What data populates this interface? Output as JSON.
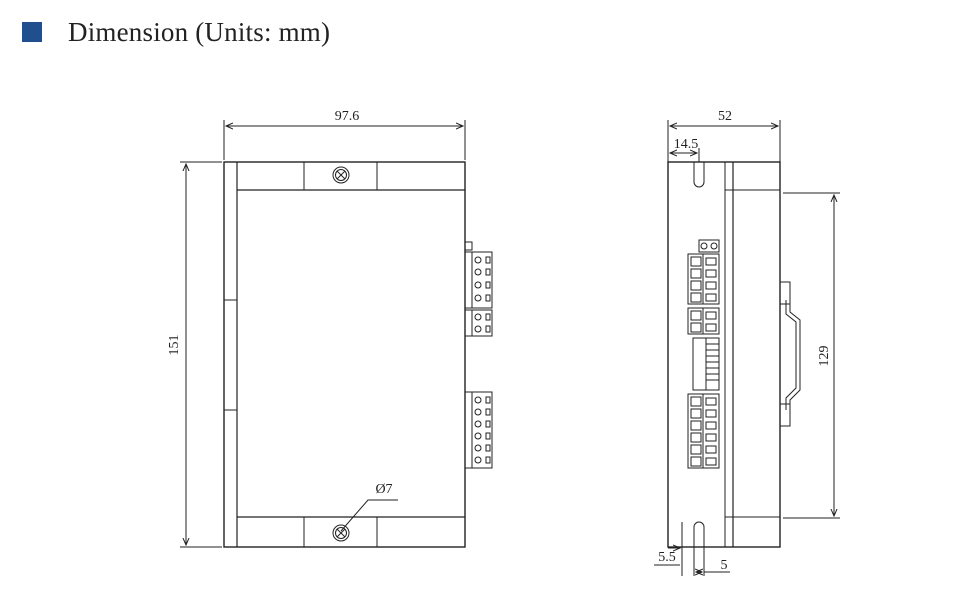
{
  "header": {
    "title": "Dimension (Units: mm)",
    "accent_color": "#1f4f8f"
  },
  "front_view": {
    "width_label": "97.6",
    "height_label": "151",
    "hole_label": "Ø7"
  },
  "side_view": {
    "width_label": "52",
    "offset_label": "14.5",
    "rail_height_label": "129",
    "slot_offset_label": "5.5",
    "slot_width_label": "5"
  }
}
